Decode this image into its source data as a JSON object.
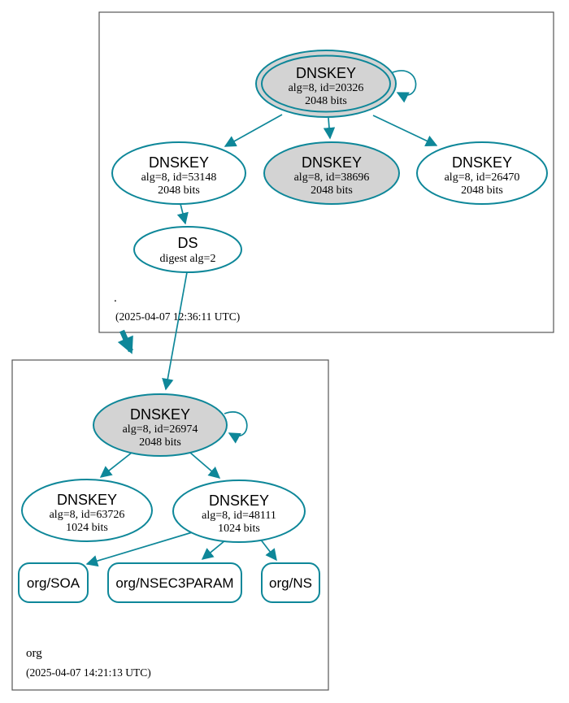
{
  "colors": {
    "edge": "#0e8799",
    "node_stroke": "#0e8799",
    "ksk_fill": "#d3d3d3",
    "plain_fill": "#ffffff",
    "zone_box_border": "#565656"
  },
  "root_zone": {
    "name": ".",
    "timestamp": "(2025-04-07 12:36:11 UTC)",
    "ksk": {
      "title": "DNSKEY",
      "detail": "alg=8, id=20326",
      "size": "2048 bits"
    },
    "zsk": {
      "title": "DNSKEY",
      "detail": "alg=8, id=53148",
      "size": "2048 bits"
    },
    "key_38696": {
      "title": "DNSKEY",
      "detail": "alg=8, id=38696",
      "size": "2048 bits"
    },
    "key_26470": {
      "title": "DNSKEY",
      "detail": "alg=8, id=26470",
      "size": "2048 bits"
    },
    "ds": {
      "title": "DS",
      "detail": "digest alg=2"
    }
  },
  "org_zone": {
    "name": "org",
    "timestamp": "(2025-04-07 14:21:13 UTC)",
    "ksk": {
      "title": "DNSKEY",
      "detail": "alg=8, id=26974",
      "size": "2048 bits"
    },
    "key_63726": {
      "title": "DNSKEY",
      "detail": "alg=8, id=63726",
      "size": "1024 bits"
    },
    "key_48111": {
      "title": "DNSKEY",
      "detail": "alg=8, id=48111",
      "size": "1024 bits"
    },
    "rrsets": {
      "soa": "org/SOA",
      "nsec3param": "org/NSEC3PARAM",
      "ns": "org/NS"
    }
  }
}
